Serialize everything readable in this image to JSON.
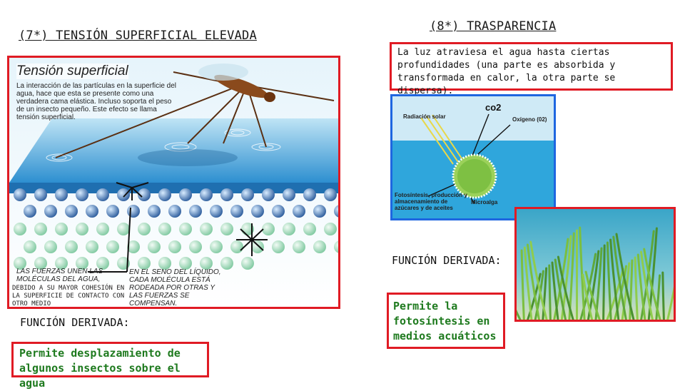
{
  "left": {
    "heading": "(7*) TENSIÓN SUPERFICIAL ELEVADA",
    "illustration": {
      "title": "Tensión superficial",
      "description": "La interacción de las partículas en la superficie del agua, hace que esta se presente como una verdadera cama elástica. Incluso soporta el peso de un insecto pequeño. Este efecto se llama tensión superficial.",
      "caption_left_top": "LAS FUERZAS UNEN LAS MOLÉCULAS DEL AGUA,",
      "caption_left_bottom": "DEBIDO A SU MAYOR COHESIÓN EN LA SUPERFICIE DE CONTACTO CON OTRO MEDIO",
      "caption_right": "EN EL SENO DEL LÍQUIDO, CADA MOLÉCULA ESTÁ RODEADA POR OTRAS Y LAS FUERZAS SE COMPENSAN."
    },
    "function_label": "FUNCIÓN DERIVADA:",
    "function_text": "Permite desplazamiento de algunos insectos sobre el agua"
  },
  "right": {
    "heading": "(8*) TRASPARENCIA",
    "description": "La luz atraviesa el agua hasta ciertas profundidades (una parte es absorbida y transformada en calor, la otra parte se dispersa).",
    "diagram": {
      "co2": "co2",
      "solar": "Radiación solar",
      "oxygen": "Oxígeno (02)",
      "process": "Fotosíntesis, producción y almacenamiento de azúcares y de aceites",
      "microalga": "Microalga"
    },
    "function_label": "FUNCIÓN DERIVADA:",
    "function_text": "Permite la fotosíntesis en medios acuáticos"
  },
  "colors": {
    "red": "#e01b24",
    "blue": "#1e66e0",
    "green_text": "#1e7a1e"
  }
}
